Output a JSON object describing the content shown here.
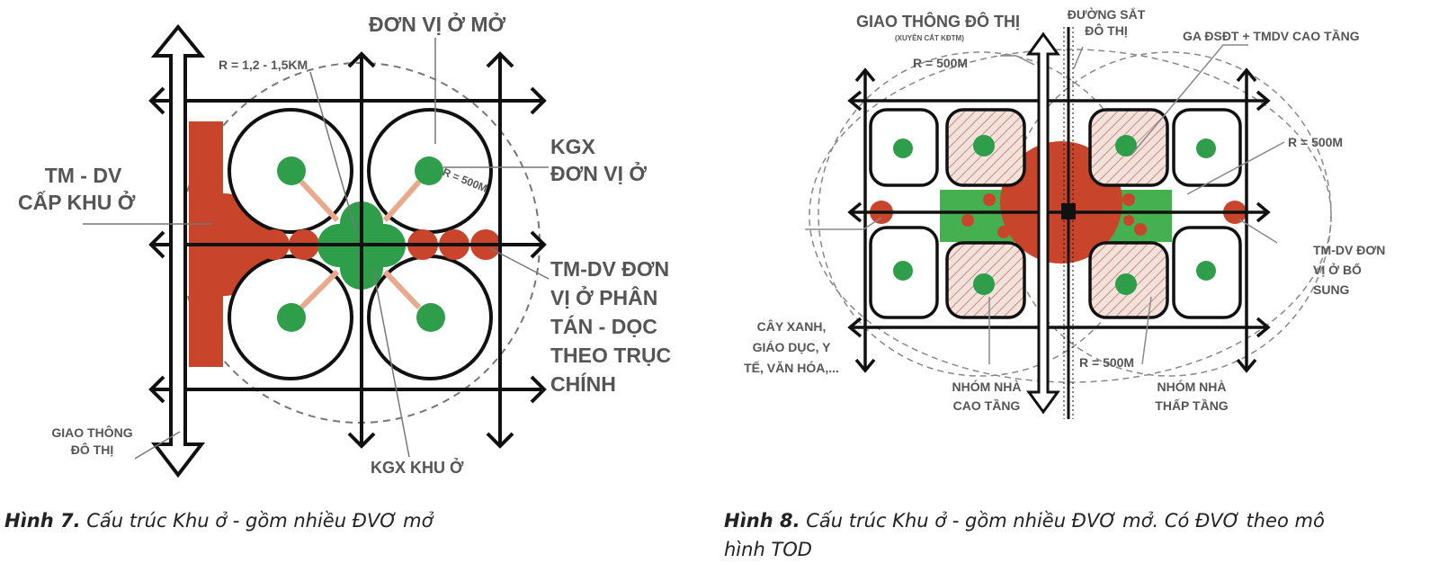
{
  "figure_left": {
    "labels": {
      "open_unit": "ĐƠN VỊ Ở MỞ",
      "radius_area": "R = 1,2 - 1,5KM",
      "radius_unit": "R = 500M",
      "kgx_unit_line1": "KGX",
      "kgx_unit_line2": "ĐƠN VỊ Ở",
      "tmdv_area_line1": "TM - DV",
      "tmdv_area_line2": "CẤP KHU Ở",
      "tmdv_unit_line1": "TM-DV ĐƠN",
      "tmdv_unit_line2": "VỊ Ở PHÂN",
      "tmdv_unit_line3": "TÁN - DỌC",
      "tmdv_unit_line4": "THEO TRỤC",
      "tmdv_unit_line5": "CHÍNH",
      "urban_traffic_line1": "GIAO THÔNG",
      "urban_traffic_line2": "ĐÔ THỊ",
      "kgx_area": "KGX KHU Ở"
    },
    "caption_prefix": "Hình 7.",
    "caption_text": " Cấu trúc Khu ở - gồm nhiều ĐVƠ mở"
  },
  "figure_right": {
    "labels": {
      "urban_traffic": "GIAO THÔNG ĐÔ THỊ",
      "urban_traffic_sub": "(XUYÊN CẮT KĐTM)",
      "railway_line1": "ĐƯỜNG SẮT",
      "railway_line2": "ĐÔ THỊ",
      "station": "GA ĐSĐT + TMDV CAO TẦNG",
      "radius_top": "R = 500M",
      "radius_right": "R = 500M",
      "radius_bottom": "R = 500M",
      "tmdv_extra_line1": "TM-DV ĐƠN",
      "tmdv_extra_line2": "VỊ Ở BỔ",
      "tmdv_extra_line3": "SUNG",
      "green_line1": "CÂY XANH,",
      "green_line2": "GIÁO DỤC, Y",
      "green_line3": "TẾ, VĂN HÓA,...",
      "highrise_line1": "NHÓM NHÀ",
      "highrise_line2": "CAO TẦNG",
      "lowrise_line1": "NHÓM NHÀ",
      "lowrise_line2": "THẤP TẦNG"
    },
    "caption_prefix": "Hình 8.",
    "caption_text_line1": " Cấu trúc Khu ở -  gồm nhiều ĐVƠ mở. Có ĐVƠ theo mô",
    "caption_text_line2": "hình TOD"
  },
  "colors": {
    "commercial_red": "#c8452c",
    "green": "#2f9e4a",
    "light_green": "#45b050",
    "salmon_arrow": "#e8a98c",
    "hatch": "#c98a7a",
    "label_gray": "#555555",
    "line_black": "#111111"
  }
}
